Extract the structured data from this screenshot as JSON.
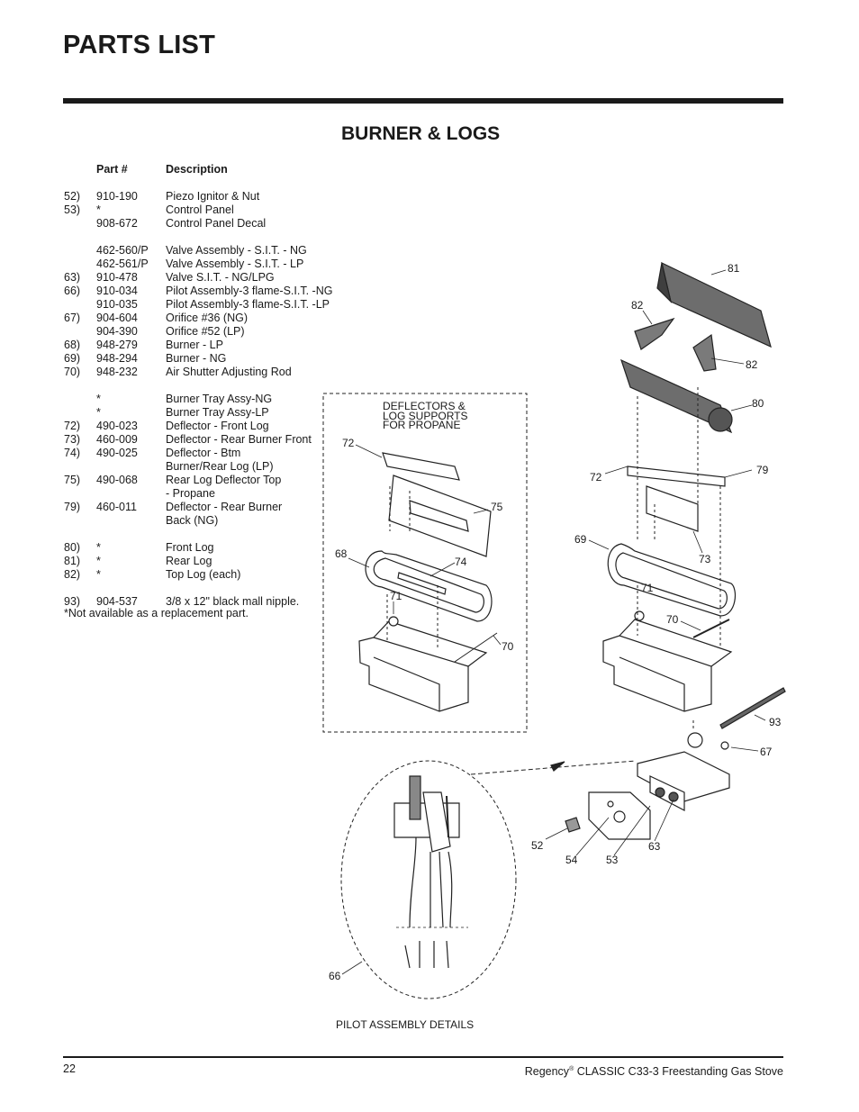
{
  "page_title": "PARTS LIST",
  "section_title": "BURNER & LOGS",
  "table": {
    "header_part": "Part #",
    "header_desc": "Description",
    "rows": [
      {
        "num": "52)",
        "part": "910-190",
        "desc": "Piezo Ignitor & Nut"
      },
      {
        "num": "53)",
        "part": "*",
        "desc": "Control Panel"
      },
      {
        "num": "",
        "part": "908-672",
        "desc": "Control Panel Decal"
      },
      {
        "num": "",
        "part": "462-560/P",
        "desc": "Valve Assembly - S.I.T. - NG"
      },
      {
        "num": "",
        "part": "462-561/P",
        "desc": "Valve Assembly - S.I.T. - LP"
      },
      {
        "num": "63)",
        "part": "910-478",
        "desc": "Valve S.I.T. - NG/LPG"
      },
      {
        "num": "66)",
        "part": "910-034",
        "desc": "Pilot Assembly-3 flame-S.I.T. -NG"
      },
      {
        "num": "",
        "part": "910-035",
        "desc": "Pilot Assembly-3 flame-S.I.T. -LP"
      },
      {
        "num": "67)",
        "part": "904-604",
        "desc": "Orifice #36 (NG)"
      },
      {
        "num": "",
        "part": "904-390",
        "desc": "Orifice #52 (LP)"
      },
      {
        "num": "68)",
        "part": "948-279",
        "desc": "Burner - LP"
      },
      {
        "num": "69)",
        "part": "948-294",
        "desc": "Burner - NG"
      },
      {
        "num": "70)",
        "part": "948-232",
        "desc": "Air Shutter Adjusting Rod"
      },
      {
        "num": "",
        "part": "*",
        "desc": "Burner Tray Assy-NG"
      },
      {
        "num": "",
        "part": "*",
        "desc": "Burner Tray Assy-LP"
      },
      {
        "num": "72)",
        "part": "490-023",
        "desc": "Deflector - Front Log"
      },
      {
        "num": "73)",
        "part": "460-009",
        "desc": "Deflector - Rear Burner Front"
      },
      {
        "num": "74)",
        "part": "490-025",
        "desc": "Deflector - Btm"
      },
      {
        "num": "",
        "part": "",
        "desc": "Burner/Rear Log (LP)"
      },
      {
        "num": "75)",
        "part": "490-068",
        "desc": "Rear Log Deflector Top"
      },
      {
        "num": "",
        "part": "",
        "desc": "- Propane"
      },
      {
        "num": "79)",
        "part": "460-011",
        "desc": "Deflector - Rear Burner"
      },
      {
        "num": "",
        "part": "",
        "desc": "Back (NG)"
      },
      {
        "num": "80)",
        "part": "*",
        "desc": "Front Log"
      },
      {
        "num": "81)",
        "part": "*",
        "desc": "Rear Log"
      },
      {
        "num": "82)",
        "part": "*",
        "desc": "Top Log (each)"
      },
      {
        "num": "93)",
        "part": "904-537",
        "desc": "3/8 x 12\" black mall nipple."
      }
    ],
    "note": "*Not available as a replacement part."
  },
  "diagram": {
    "deflector_note": [
      "DEFLECTORS &",
      "LOG SUPPORTS",
      "FOR PROPANE"
    ],
    "pilot_caption": "PILOT ASSEMBLY DETAILS",
    "callouts": {
      "c81": "81",
      "c82a": "82",
      "c82b": "82",
      "c80": "80",
      "c79": "79",
      "c72r": "72",
      "c73": "73",
      "c69": "69",
      "c71r": "71",
      "c70r": "70",
      "c93": "93",
      "c67": "67",
      "c52": "52",
      "c54": "54",
      "c53": "53",
      "c63": "63",
      "c72l": "72",
      "c75": "75",
      "c68": "68",
      "c74": "74",
      "c71l": "71",
      "c70l": "70",
      "c66": "66"
    }
  },
  "footer": {
    "page_number": "22",
    "brand": "Regency",
    "registered": "®",
    "product": " CLASSIC C33-3 Freestanding Gas Stove"
  }
}
